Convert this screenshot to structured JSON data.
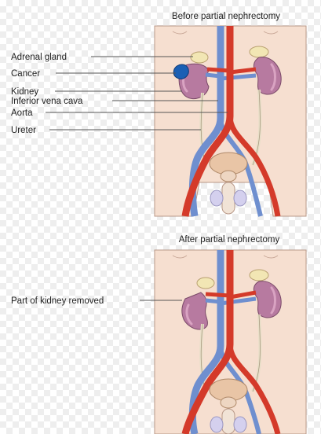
{
  "panels": [
    {
      "title": "Before partial nephrectomy",
      "labels": [
        "Adrenal gland",
        "Cancer",
        "Kidney",
        "Inferior vena cava",
        "Aorta",
        "Ureter"
      ]
    },
    {
      "title": "After partial nephrectomy",
      "labels": [
        "Part of kidney removed"
      ]
    }
  ],
  "colors": {
    "skin": "#f6dfd0",
    "skin_outline": "#b89888",
    "kidney": "#b77aa0",
    "kidney_highlight": "#d9a3c2",
    "adrenal": "#f2e6b4",
    "cancer": "#1a5fb4",
    "vein": "#6f8fcf",
    "artery": "#d43a2a",
    "ureter": "#e8dfc8",
    "bladder": "#e9c5a6"
  }
}
